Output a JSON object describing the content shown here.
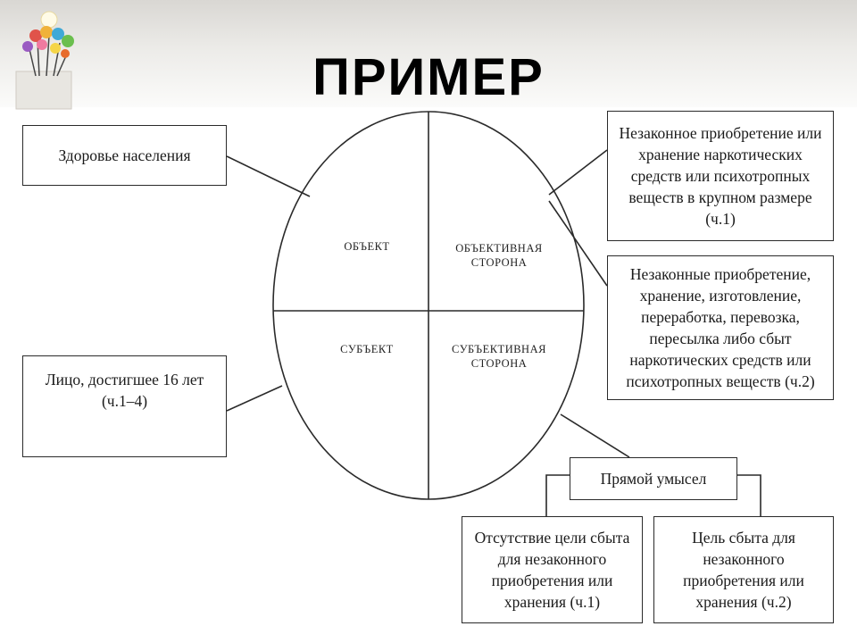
{
  "title": "ПРИМЕР",
  "logo_icon": "lightbulb-bouquet-icon",
  "ellipse": {
    "quadrants": {
      "object": "ОБЪЕКТ",
      "objective_side": "ОБЪЕКТИВНАЯ СТОРОНА",
      "subject": "СУБЪЕКТ",
      "subjective_side": "СУБЪЕКТИВНАЯ СТОРОНА"
    }
  },
  "boxes": {
    "object": "Здоровье населения",
    "subject": "Лицо, достигшее 16 лет (ч.1–4)",
    "objective_1": "Незаконное приобретение или хранение наркотических средств или психотропных веществ в крупном размере (ч.1)",
    "objective_2": "Незаконные приобретение, хранение, изготовление, переработка, перевозка, пересылка либо сбыт наркотических средств или психотропных веществ (ч.2)",
    "subjective": "Прямой умысел",
    "subjective_1": "Отсутствие цели сбыта для незаконного приобретения или хранения (ч.1)",
    "subjective_2": "Цель сбыта для незаконного приобретения или хранения (ч.2)"
  }
}
